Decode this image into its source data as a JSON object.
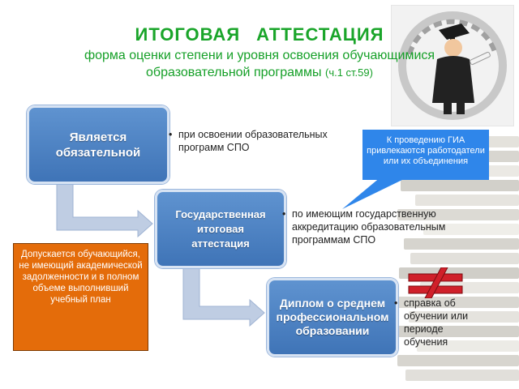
{
  "header": {
    "title_part1": "ИТОГОВАЯ",
    "title_part2": "АТТЕСТАЦИЯ",
    "subtitle_line1": "форма оценки степени и уровня освоения обучающимися",
    "subtitle_line2": "образовательной программы",
    "subtitle_ref": "(ч.1 ст.59)"
  },
  "flow": {
    "step1": {
      "label_line1": "Является",
      "label_line2": "обязательной",
      "bullet": "при освоении образовательных программ СПО"
    },
    "step2": {
      "label_line1": "Государственная",
      "label_line2": "итоговая",
      "label_line3": "аттестация",
      "bullet": "по имеющим государственную аккредитацию образовательным программам СПО"
    },
    "step3": {
      "label_line1": "Диплом о среднем",
      "label_line2": "профессиональном",
      "label_line3": "образовании",
      "bullet": "справка об обучении или периоде обучения"
    }
  },
  "callout": {
    "text": "К проведению ГИА привлекаются работодатели или их объединения"
  },
  "note": {
    "text": "Допускается обучающийся, не имеющий академической задолженности и в полном объеме выполнивший учебный план"
  },
  "colors": {
    "title_green": "#1aa52a",
    "box_blue": "#4a7fc1",
    "callout_blue": "#2f86ea",
    "note_orange": "#e46c0a",
    "not_equal_red": "#d0202a"
  },
  "icons": {
    "logo": "graduate-figure-icon",
    "not_equal": "not-equal-icon",
    "bullet": "bullet-dot-icon"
  }
}
